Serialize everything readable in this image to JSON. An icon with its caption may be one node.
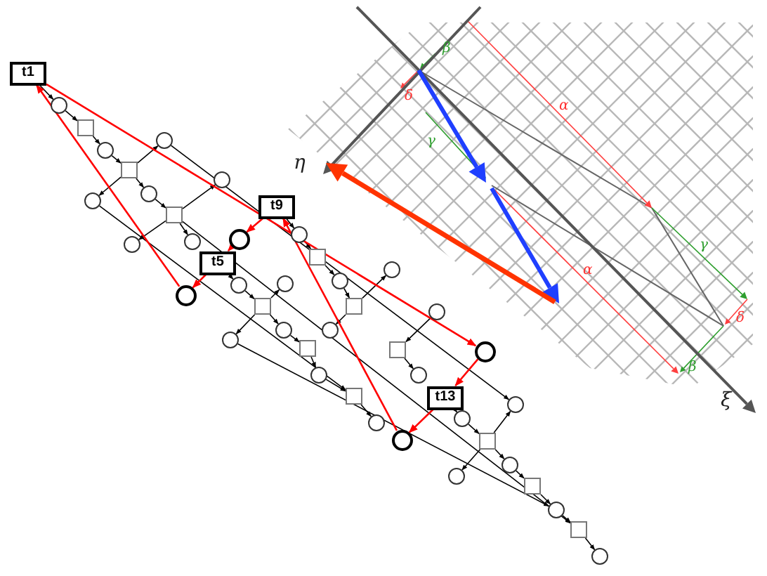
{
  "diagram": {
    "nodes": [
      {
        "text": [
          "t1"
        ]
      },
      {
        "text": [
          "t5"
        ]
      },
      {
        "text": [
          "t9"
        ]
      },
      {
        "text": [
          "t13"
        ]
      },
      {
        "text": [],
        "shape": "circle"
      },
      {
        "text": [],
        "shape": "circle"
      },
      {
        "text": [],
        "shape": "circle"
      },
      {
        "text": [],
        "shape": "circle"
      },
      {
        "text": [],
        "shape": "box"
      },
      {
        "text": [],
        "shape": "box"
      },
      {
        "text": [],
        "shape": "box"
      },
      {
        "text": [],
        "shape": "box"
      },
      {
        "text": [],
        "shape": "box"
      },
      {
        "text": [],
        "shape": "box"
      },
      {
        "text": [],
        "shape": "box"
      },
      {
        "text": [],
        "shape": "box"
      },
      {
        "text": [],
        "shape": "box"
      },
      {
        "text": [],
        "shape": "box"
      },
      {
        "text": [],
        "shape": "box"
      },
      {
        "text": [],
        "shape": "box"
      },
      {
        "text": [],
        "shape": "circle"
      },
      {
        "text": [],
        "shape": "circle"
      },
      {
        "text": [],
        "shape": "circle"
      },
      {
        "text": [],
        "shape": "circle"
      },
      {
        "text": [],
        "shape": "circle"
      },
      {
        "text": [],
        "shape": "circle"
      },
      {
        "text": [],
        "shape": "circle"
      },
      {
        "text": [],
        "shape": "circle"
      },
      {
        "text": [],
        "shape": "circle"
      },
      {
        "text": [],
        "shape": "circle"
      },
      {
        "text": [],
        "shape": "circle"
      },
      {
        "text": [],
        "shape": "circle"
      },
      {
        "text": [],
        "shape": "circle"
      },
      {
        "text": [],
        "shape": "circle"
      },
      {
        "text": [],
        "shape": "circle"
      },
      {
        "text": [],
        "shape": "circle"
      },
      {
        "text": [],
        "shape": "circle"
      },
      {
        "text": [],
        "shape": "circle"
      },
      {
        "text": [],
        "shape": "circle"
      },
      {
        "text": [],
        "shape": "circle"
      },
      {
        "text": [],
        "shape": "circle"
      },
      {
        "text": [],
        "shape": "circle"
      },
      {
        "text": [],
        "shape": "circle"
      },
      {
        "text": [],
        "shape": "circle"
      },
      {
        "text": [],
        "shape": "circle"
      },
      {
        "text": [],
        "shape": "circle"
      }
    ],
    "edges": [
      {
        "from": 0,
        "to": 20,
        "arrow": "to"
      },
      {
        "from": 20,
        "to": 8,
        "arrow": "to"
      },
      {
        "from": 8,
        "to": 21,
        "arrow": "to"
      },
      {
        "from": 21,
        "to": 9,
        "arrow": "to"
      },
      {
        "from": 9,
        "to": 22,
        "arrow": "to"
      },
      {
        "from": 9,
        "to": 23,
        "arrow": "to"
      },
      {
        "from": 9,
        "to": 24,
        "arrow": "to"
      },
      {
        "from": 24,
        "to": 10,
        "arrow": "to"
      },
      {
        "from": 10,
        "to": 25,
        "arrow": "to"
      },
      {
        "from": 10,
        "to": 26,
        "arrow": "to"
      },
      {
        "from": 10,
        "to": 27,
        "arrow": "to"
      },
      {
        "from": 1,
        "to": 28,
        "arrow": "to"
      },
      {
        "from": 28,
        "to": 12,
        "arrow": "to"
      },
      {
        "from": 12,
        "to": 32,
        "arrow": "to"
      },
      {
        "from": 12,
        "to": 33,
        "arrow": "to"
      },
      {
        "from": 12,
        "to": 34,
        "arrow": "to"
      },
      {
        "from": 2,
        "to": 29,
        "arrow": "to"
      },
      {
        "from": 29,
        "to": 11,
        "arrow": "to"
      },
      {
        "from": 11,
        "to": 30,
        "arrow": "to"
      },
      {
        "from": 30,
        "to": 13,
        "arrow": "to"
      },
      {
        "from": 13,
        "to": 31,
        "arrow": "to"
      },
      {
        "from": 13,
        "to": 35,
        "arrow": "to"
      },
      {
        "from": 34,
        "to": 14,
        "arrow": "to"
      },
      {
        "from": 14,
        "to": 37,
        "arrow": "to"
      },
      {
        "from": 36,
        "to": 15,
        "arrow": "to"
      },
      {
        "from": 15,
        "to": 38,
        "arrow": "to"
      },
      {
        "from": 37,
        "to": 16,
        "arrow": "to"
      },
      {
        "from": 16,
        "to": 39,
        "arrow": "to"
      },
      {
        "from": 3,
        "to": 41,
        "arrow": "to"
      },
      {
        "from": 41,
        "to": 17,
        "arrow": "to"
      },
      {
        "from": 17,
        "to": 40,
        "arrow": "to"
      },
      {
        "from": 17,
        "to": 42,
        "arrow": "to"
      },
      {
        "from": 17,
        "to": 43,
        "arrow": "to"
      },
      {
        "from": 43,
        "to": 18,
        "arrow": "to"
      },
      {
        "from": 18,
        "to": 44,
        "arrow": "to"
      },
      {
        "from": 44,
        "to": 19,
        "arrow": "to"
      },
      {
        "from": 19,
        "to": 45,
        "arrow": "to"
      },
      {
        "from": 10,
        "to": 19,
        "arrow": "to"
      },
      {
        "from": 23,
        "to": 16,
        "arrow": "to"
      },
      {
        "from": 22,
        "to": 40,
        "arrow": "to"
      },
      {
        "from": 33,
        "to": 44,
        "arrow": "to"
      },
      {
        "from": 5,
        "to": 0,
        "arrow": "to",
        "color": "#ff0000"
      },
      {
        "from": 0,
        "to": 6,
        "arrow": "to",
        "color": "#ff0000"
      },
      {
        "from": 2,
        "to": 4,
        "arrow": "to",
        "color": "#ff0000"
      },
      {
        "from": 4,
        "to": 1,
        "arrow": "to",
        "color": "#ff0000"
      },
      {
        "from": 1,
        "to": 5,
        "arrow": "to",
        "color": "#ff0000"
      },
      {
        "from": 6,
        "to": 3,
        "arrow": "to",
        "color": "#ff0000"
      },
      {
        "from": 3,
        "to": 7,
        "arrow": "to",
        "color": "#ff0000"
      },
      {
        "from": 7,
        "to": 2,
        "arrow": "to",
        "color": "#ff0000"
      }
    ],
    "labels": [
      "β",
      "δ",
      "α",
      "γ",
      "η",
      "γ",
      "α",
      "δ",
      "β",
      "ξ"
    ]
  }
}
